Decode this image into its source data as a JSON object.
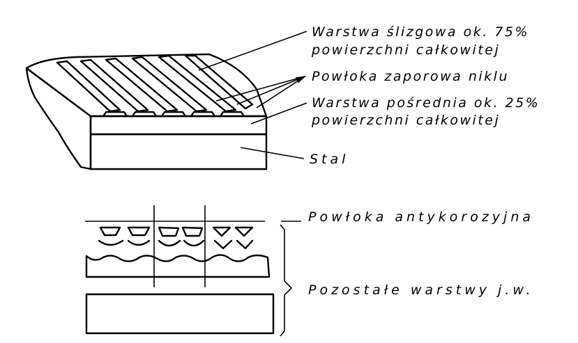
{
  "labels": {
    "sliding_layer_line1": "Warstwa ślizgowa ok. 75%",
    "sliding_layer_line2": "powierzchni całkowitej",
    "nickel_barrier": "Powłoka zaporowa niklu",
    "intermediate_layer_line1": "Warstwa pośrednia ok. 25%",
    "intermediate_layer_line2": "powierzchni całkowitej",
    "steel": "Stal",
    "anticorrosion_coating": "Powłoka antykorozyjna",
    "remaining_layers": "Pozostałe warstwy j.w."
  }
}
